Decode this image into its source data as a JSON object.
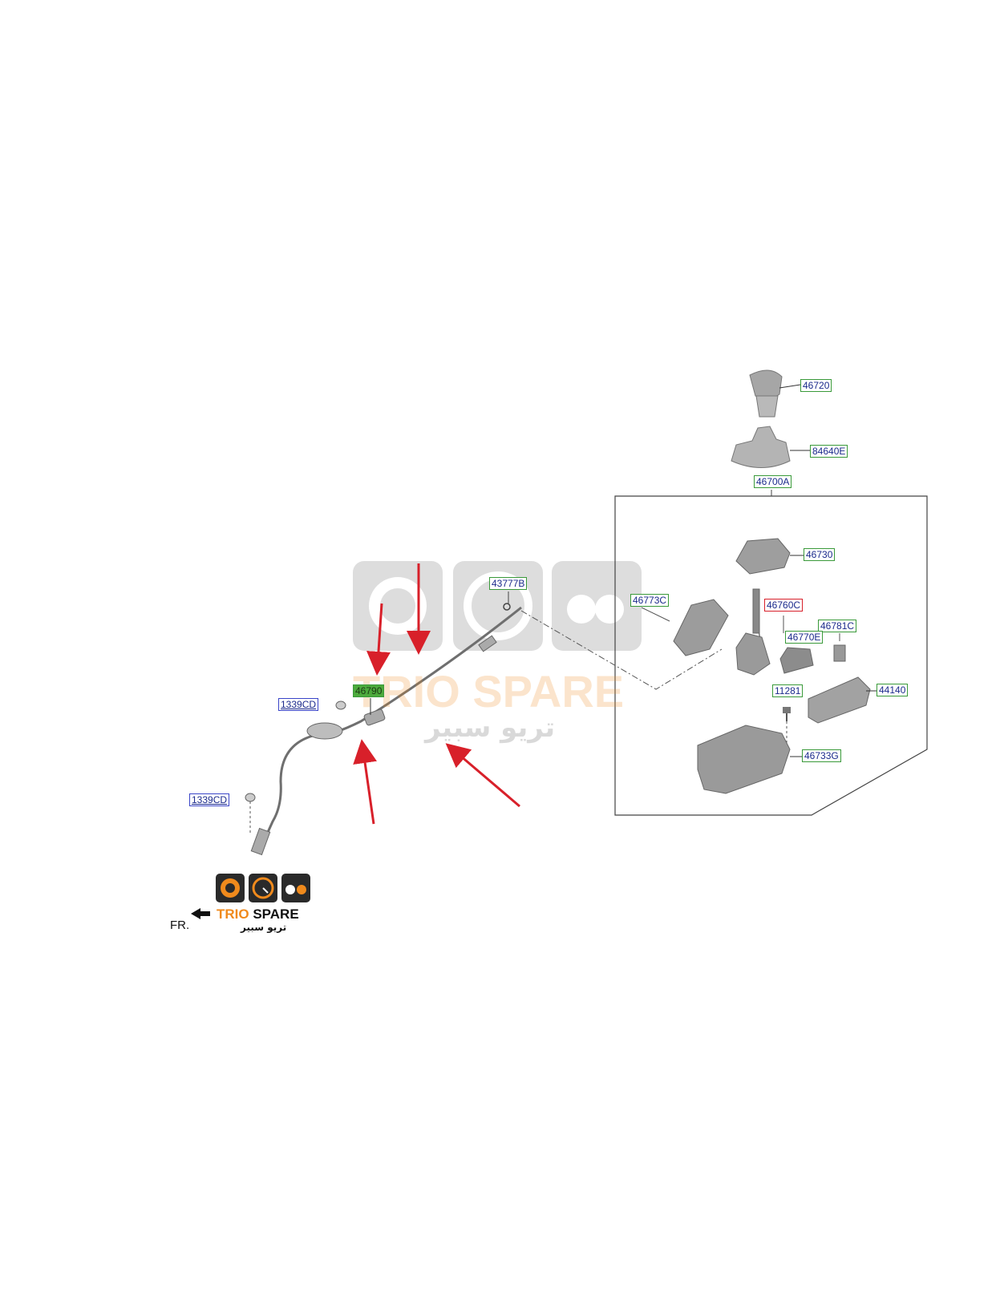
{
  "labels": {
    "knob": "46720",
    "boot": "84640E",
    "assembly": "46700A",
    "bracket_top": "46730",
    "retainer": "46773C",
    "lever_pin": "46760C",
    "indicator": "46781C",
    "housing": "46770E",
    "screw": "11281",
    "panel": "44140",
    "base": "46733G",
    "clip_top": "43777B",
    "cable": "46790",
    "nut_upper": "1339CD",
    "nut_lower": "1339CD"
  },
  "direction_label": "FR.",
  "watermark": {
    "brand": "TRIO SPARE",
    "brand_first": "TRIO",
    "brand_second": "SPARE",
    "arabic": "تريو سبير"
  },
  "colors": {
    "label_border_green": "#3a9a3a",
    "label_border_red": "#d8202a",
    "label_border_blue": "#3a45c8",
    "label_text": "#1b2a8c",
    "highlight_fill": "#4caa3c",
    "arrow": "#d8202a",
    "brand_orange": "#f08a1c"
  }
}
